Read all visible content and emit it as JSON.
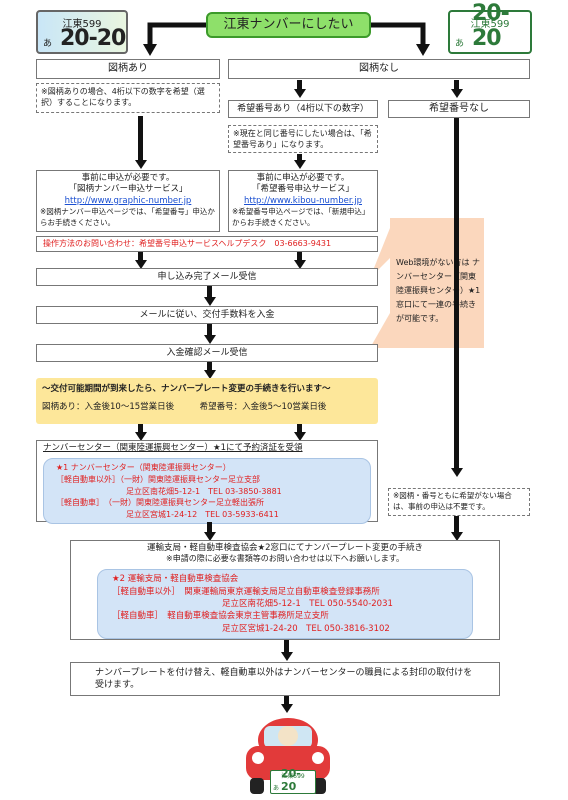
{
  "title": "江東ナンバーにしたい",
  "plate_left": {
    "top": "江東599",
    "kana": "あ",
    "number": "20-20"
  },
  "plate_right": {
    "top": "江東599",
    "kana": "あ",
    "number": "20-20"
  },
  "branch_design_yes": "図柄あり",
  "branch_design_no": "図柄なし",
  "design_note": "※図柄ありの場合、4桁以下の数字を希望（選択）することになります。",
  "wish_yes": "希望番号あり（4桁以下の数字）",
  "wish_no": "希望番号なし",
  "wish_yes_note": "※現在と同じ番号にしたい場合は、「希望番号あり」になります。",
  "design_apply": {
    "line1": "事前に申込が必要です。",
    "line2": "「図柄ナンバー申込サービス」",
    "url": "http://www.graphic-number.jp",
    "line3": "※図柄ナンバー申込ページでは、「希望番号」申込からお手続きください。"
  },
  "wish_apply": {
    "line1": "事前に申込が必要です。",
    "line2": "「希望番号申込サービス」",
    "url": "http://www.kibou-number.jp",
    "line3": "※希望番号申込ページでは、「新規申込」からお手続きください。"
  },
  "helpdesk": "操作方法のお問い合わせ：希望番号申込サービスヘルプデスク　03-6663-9431",
  "callout": "Web環境がない方は ナンバーセンター（関東陸運振興センター）★1窓口にて一連の手続きが可能です。",
  "step_mail_complete": "申し込み完了メール受信",
  "step_pay": "メールに従い、交付手数料を入金",
  "step_confirm": "入金確認メール受信",
  "banner": {
    "headline": "～交付可能期間が到来したら、ナンバープレート変更の手続きを行います～",
    "sub": "図柄あり：入金後10～15営業日後　　　希望番号：入金後5～10営業日後"
  },
  "center_step": {
    "title": "ナンバーセンター（関東陸運振興センター）★1にて予約済証を受領",
    "inner_title": "★1 ナンバーセンター（関東陸運振興センター）",
    "r1a": "［軽自動車以外］（一財）関東陸運振興センター足立支部",
    "r1b": "足立区南花畑5-12-1　TEL 03-3850-3881",
    "r2a": "［軽自動車］　（一財）関東陸運振興センター足立軽出張所",
    "r2b": "足立区宮城1-24-12　TEL 03-5933-6411"
  },
  "no_wish_note": "※図柄・番号ともに希望がない場合は、事前の申込は不要です。",
  "bureau_step": {
    "title": "運輸支局・軽自動車検査協会★2窓口にてナンバープレート変更の手続き",
    "sub": "※申請の際に必要な書類等のお問い合わせは以下へお願いします。",
    "inner_title": "★2 運輸支局・軽自動車検査協会",
    "r1a": "［軽自動車以外］　関東運輸局東京運輸支局足立自動車検査登録事務所",
    "r1b": "足立区南花畑5-12-1　TEL 050-5540-2031",
    "r2a": "［軽自動車］　軽自動車検査協会東京主管事務所足立支所",
    "r2b": "足立区宮城1-24-20　TEL 050-3816-3102"
  },
  "final_step": "ナンバープレートを付け替え、軽自動車以外はナンバーセンターの職員による封印の取付けを受けます。",
  "car_plate": {
    "top": "江東599",
    "kana": "あ",
    "number": "20-20"
  }
}
